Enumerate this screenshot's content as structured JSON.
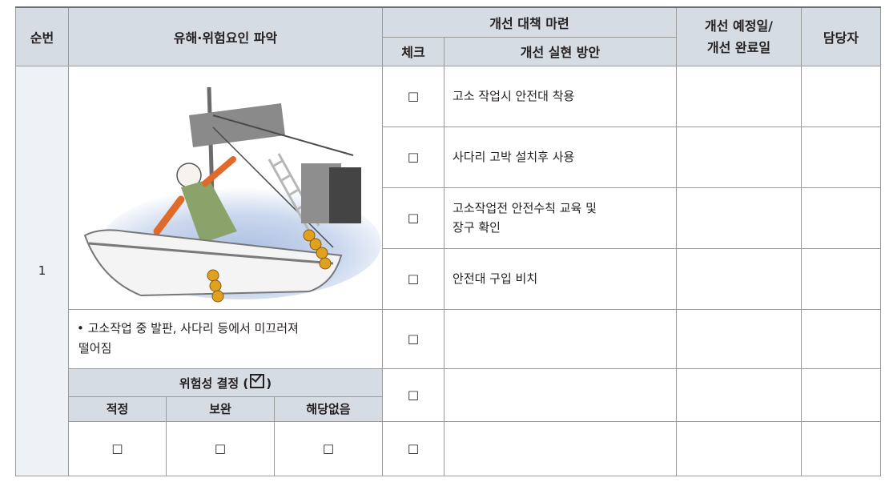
{
  "header": {
    "seq": "순번",
    "hazard": "유해·위험요인 파악",
    "measures": "개선 대책 마련",
    "check": "체크",
    "plan": "개선 실현 방안",
    "date_line1": "개선 예정일/",
    "date_line2": "개선 완료일",
    "owner": "담당자"
  },
  "row_number": "1",
  "checkbox_symbol": "□",
  "measures": [
    {
      "text": "고소 작업시 안전대 착용"
    },
    {
      "text": "사다리 고박 설치후 사용"
    },
    {
      "text_line1": "고소작업전 안전수칙 교육 및",
      "text_line2": "장구 확인"
    },
    {
      "text": "안전대 구입 비치"
    }
  ],
  "hazard_description_line1": "• 고소작업 중 발판, 사다리 등에서 미끄러져",
  "hazard_description_line2": "떨어짐",
  "risk": {
    "title_prefix": "위험성 결정 (",
    "title_suffix": ")",
    "options": [
      "적정",
      "보완",
      "해당없음"
    ]
  },
  "colors": {
    "header_bg": "#d5dce3",
    "seq_bg": "#eef1f5",
    "border": "#9a9a9a"
  }
}
